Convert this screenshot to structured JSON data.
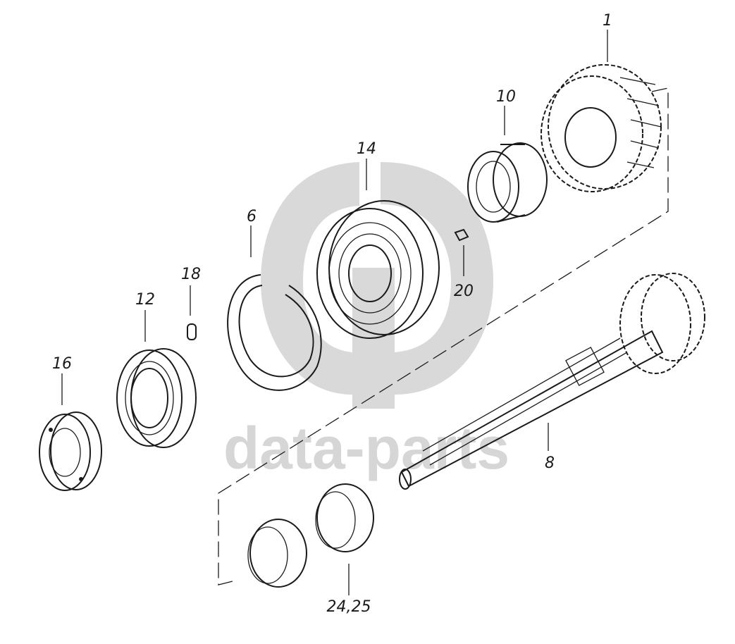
{
  "watermark": {
    "text": "data-parts"
  },
  "parts": [
    {
      "id": "p1",
      "callout": "1"
    },
    {
      "id": "p10",
      "callout": "10"
    },
    {
      "id": "p14",
      "callout": "14"
    },
    {
      "id": "p6",
      "callout": "6"
    },
    {
      "id": "p18",
      "callout": "18"
    },
    {
      "id": "p12",
      "callout": "12"
    },
    {
      "id": "p20",
      "callout": "20"
    },
    {
      "id": "p16",
      "callout": "16"
    },
    {
      "id": "p8",
      "callout": "8"
    },
    {
      "id": "p24",
      "callout": "24,25"
    }
  ]
}
